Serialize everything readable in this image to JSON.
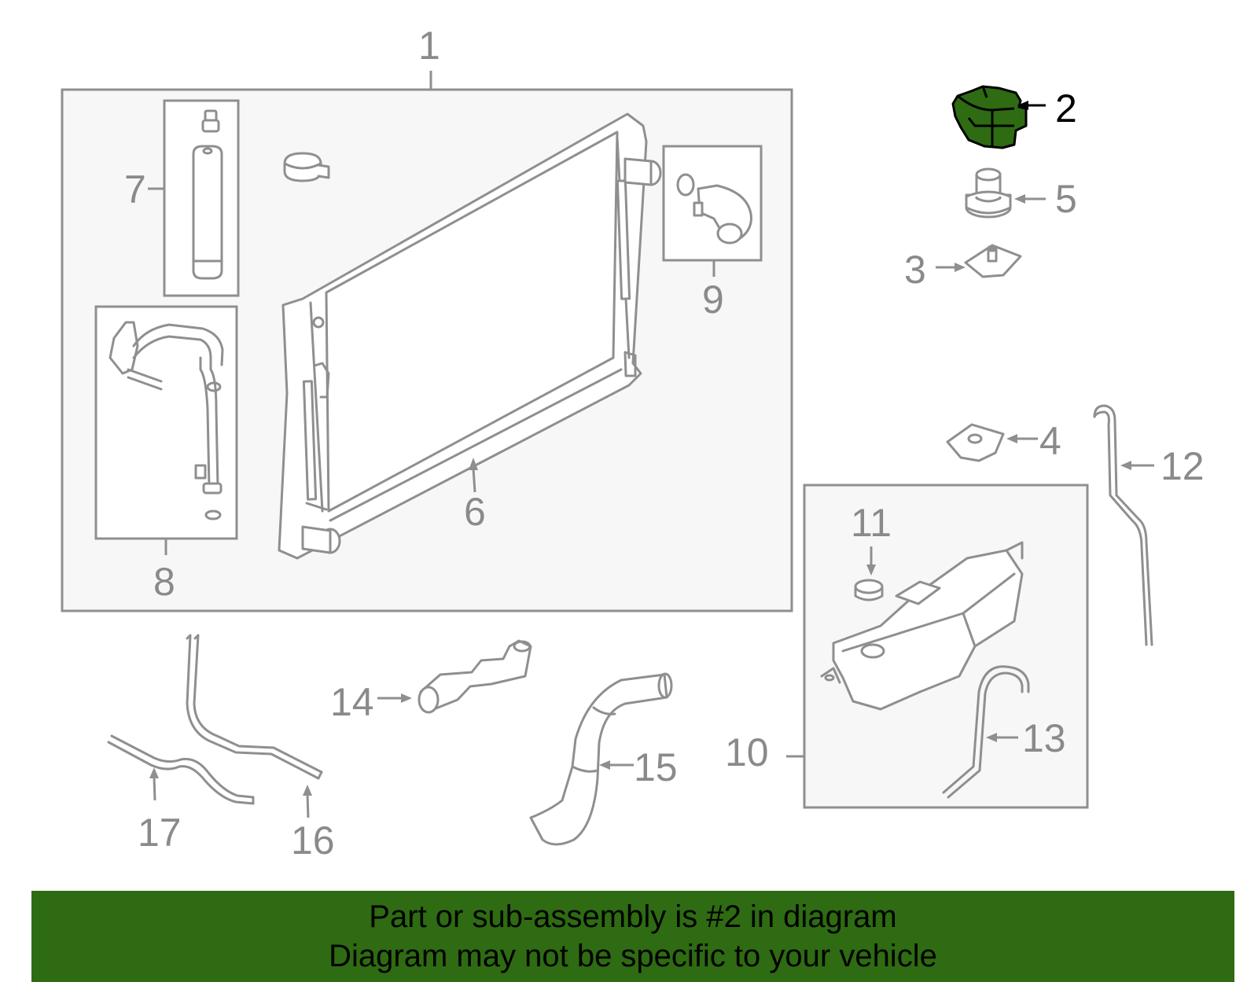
{
  "labels": {
    "l1": "1",
    "l2": "2",
    "l3": "3",
    "l4": "4",
    "l5": "5",
    "l6": "6",
    "l7": "7",
    "l8": "8",
    "l9": "9",
    "l10": "10",
    "l11": "11",
    "l12": "12",
    "l13": "13",
    "l14": "14",
    "l15": "15",
    "l16": "16",
    "l17": "17"
  },
  "highlight": {
    "part_number": "2",
    "color": "#2e6b12"
  },
  "banner": {
    "line1": "Part or sub-assembly is #2 in diagram",
    "line2": "Diagram may not be specific to your vehicle",
    "color": "#2e6b12"
  }
}
